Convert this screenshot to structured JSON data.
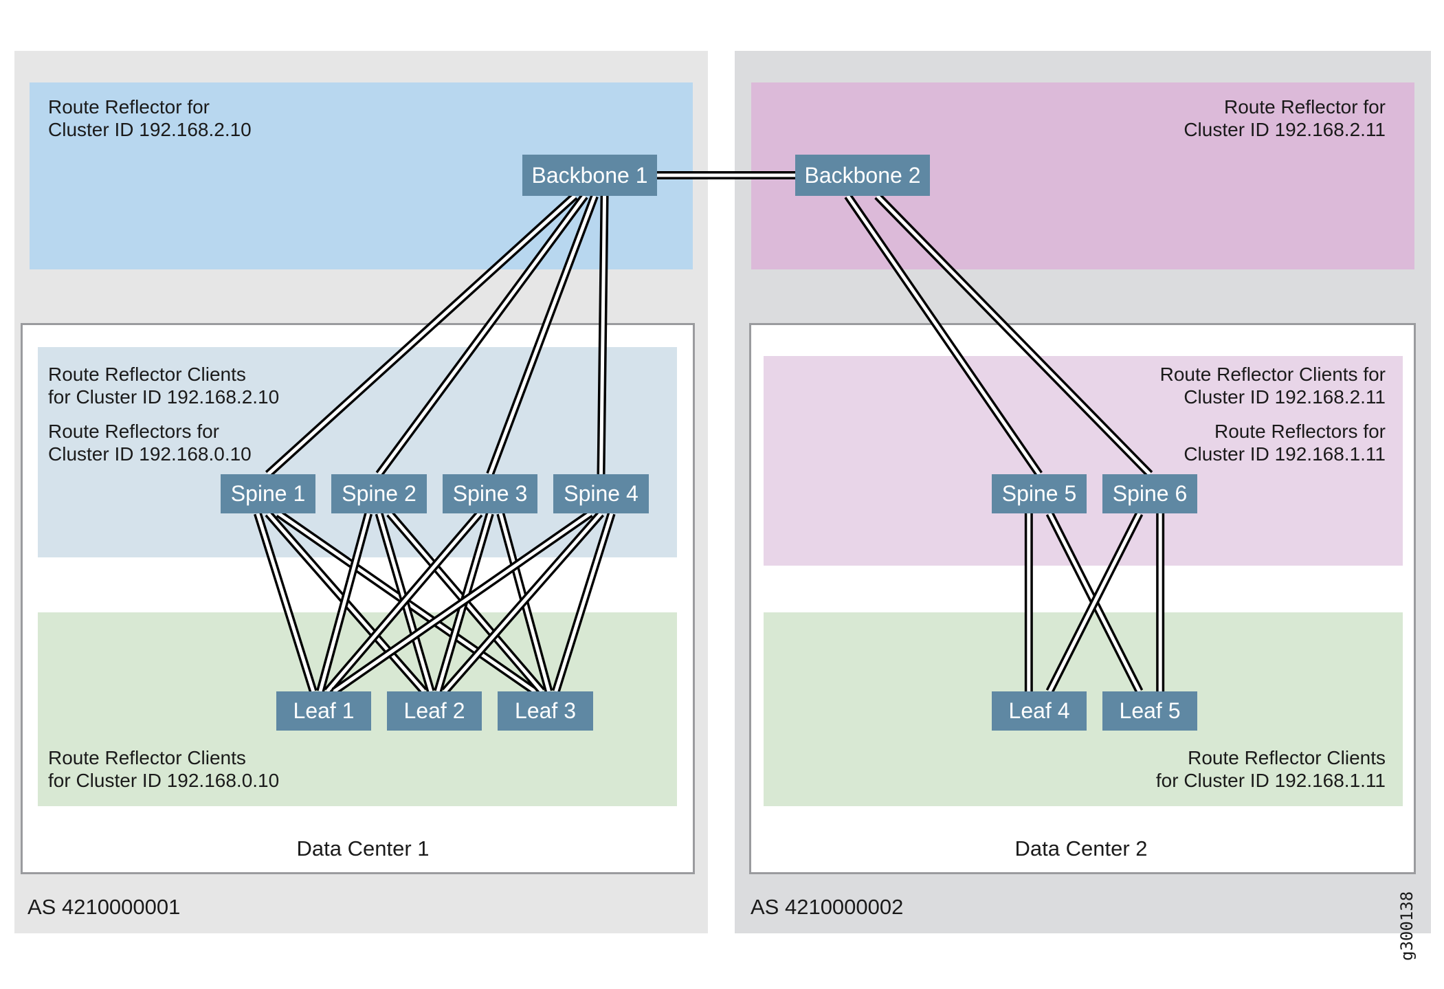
{
  "autonomous_systems": [
    {
      "label": "AS 4210000001",
      "color": "#e6e6e6"
    },
    {
      "label": "AS 4210000002",
      "color": "#dbdcde"
    }
  ],
  "route_reflector_top": [
    {
      "text": "Route Reflector for\nCluster ID 192.168.2.10",
      "color": "#b8d7ef"
    },
    {
      "text": "Route Reflector for\nCluster ID 192.168.2.11",
      "color": "#dcbad9"
    }
  ],
  "data_centers": [
    {
      "title": "Data Center 1",
      "spine_zone_text_1": "Route Reflector Clients\nfor Cluster ID 192.168.2.10",
      "spine_zone_text_2": "Route Reflectors for\nCluster ID 192.168.0.10",
      "leaf_zone_text": "Route Reflector Clients\nfor Cluster ID 192.168.0.10"
    },
    {
      "title": "Data Center 2",
      "spine_zone_text_1": "Route Reflector Clients for\nCluster ID 192.168.2.11",
      "spine_zone_text_2": "Route Reflectors for\nCluster ID 192.168.1.11",
      "leaf_zone_text": "Route Reflector Clients\nfor Cluster ID 192.168.1.11"
    }
  ],
  "nodes": {
    "backbone1": "Backbone 1",
    "backbone2": "Backbone 2",
    "spine1": "Spine 1",
    "spine2": "Spine 2",
    "spine3": "Spine 3",
    "spine4": "Spine 4",
    "spine5": "Spine 5",
    "spine6": "Spine 6",
    "leaf1": "Leaf 1",
    "leaf2": "Leaf 2",
    "leaf3": "Leaf 3",
    "leaf4": "Leaf 4",
    "leaf5": "Leaf 5"
  },
  "links": [
    [
      "backbone1",
      "backbone2"
    ],
    [
      "backbone1",
      "spine1"
    ],
    [
      "backbone1",
      "spine2"
    ],
    [
      "backbone1",
      "spine3"
    ],
    [
      "backbone1",
      "spine4"
    ],
    [
      "backbone2",
      "spine5"
    ],
    [
      "backbone2",
      "spine6"
    ],
    [
      "spine1",
      "leaf1"
    ],
    [
      "spine1",
      "leaf2"
    ],
    [
      "spine1",
      "leaf3"
    ],
    [
      "spine2",
      "leaf1"
    ],
    [
      "spine2",
      "leaf2"
    ],
    [
      "spine2",
      "leaf3"
    ],
    [
      "spine3",
      "leaf1"
    ],
    [
      "spine3",
      "leaf2"
    ],
    [
      "spine3",
      "leaf3"
    ],
    [
      "spine4",
      "leaf1"
    ],
    [
      "spine4",
      "leaf2"
    ],
    [
      "spine4",
      "leaf3"
    ],
    [
      "spine5",
      "leaf4"
    ],
    [
      "spine5",
      "leaf5"
    ],
    [
      "spine6",
      "leaf4"
    ],
    [
      "spine6",
      "leaf5"
    ]
  ],
  "colors": {
    "node_fill": "#5f88a3",
    "node_text": "#ffffff",
    "link": "#000000"
  },
  "figure_id": "g300138"
}
